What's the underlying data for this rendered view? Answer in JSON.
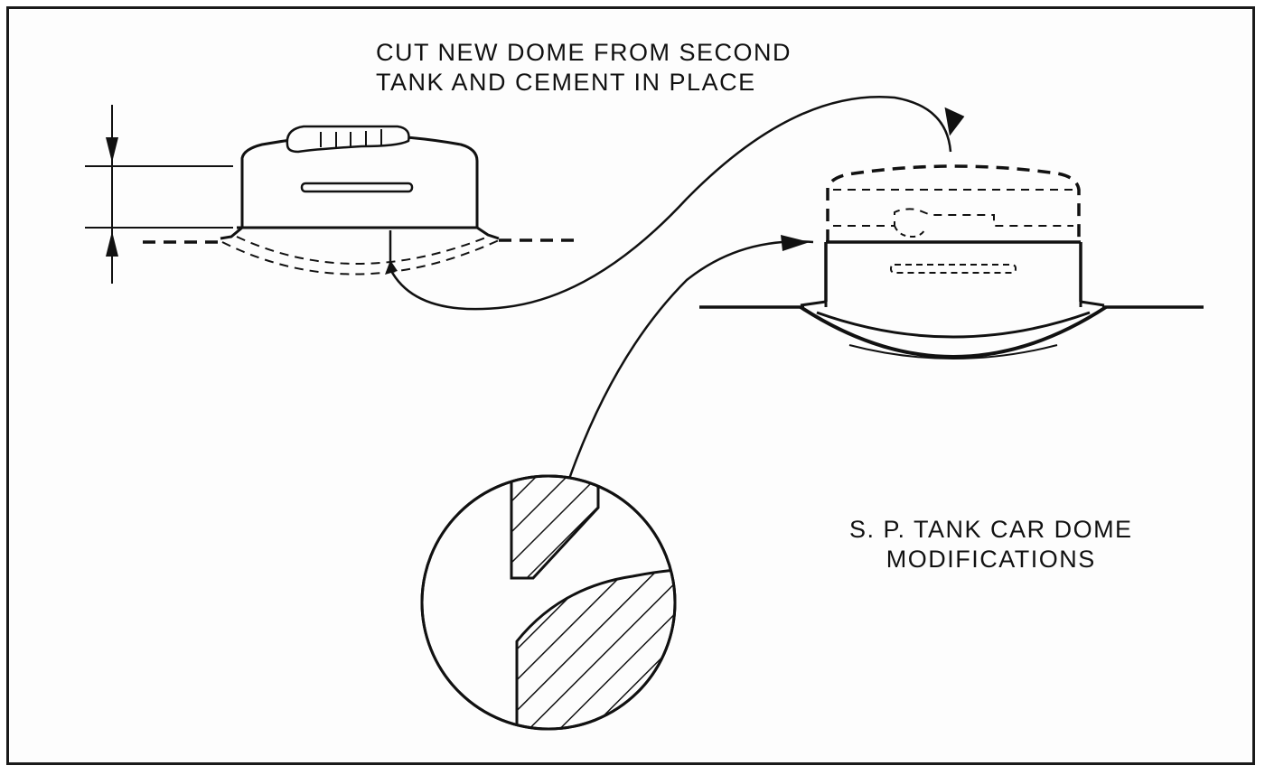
{
  "instruction": {
    "line1": "CUT NEW DOME  FROM SECOND",
    "line2": "TANK AND CEMENT IN PLACE"
  },
  "figure_title": {
    "line1": "S. P. TANK CAR DOME",
    "line2": "MODIFICATIONS"
  },
  "colors": {
    "ink": "#111111",
    "paper": "#fdfdfd"
  }
}
